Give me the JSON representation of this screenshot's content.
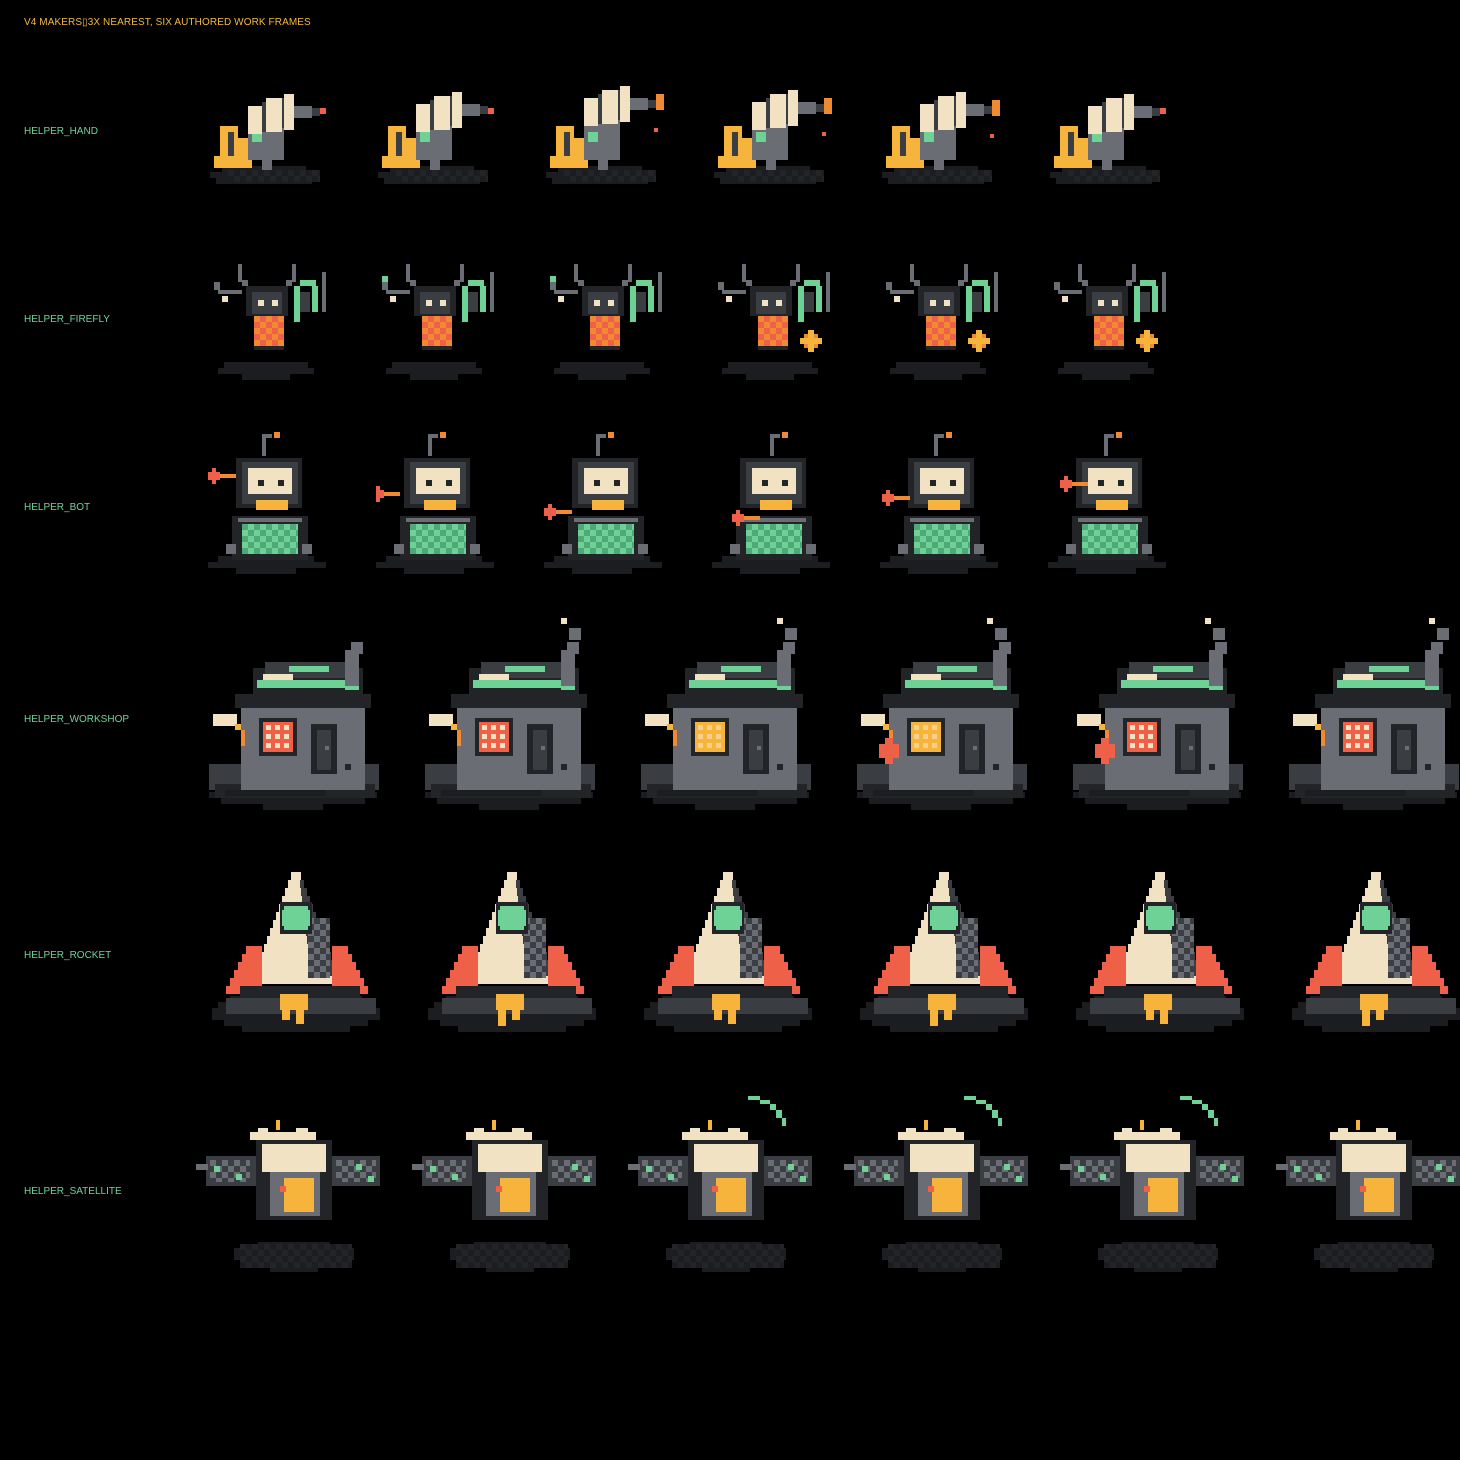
{
  "sheet": {
    "title": "V4 MAKERS▯3X NEAREST, SIX AUTHORED WORK FRAMES",
    "title_color": "#f4b942",
    "label_color": "#6fd39a",
    "background": "#000000"
  },
  "palette": {
    "yellow": "#f6b43c",
    "cream": "#f1e2c4",
    "gray": "#6a6e74",
    "dark": "#3a3d42",
    "darker": "#222427",
    "green": "#6ed196",
    "orange": "#f08a32",
    "red": "#ee6148",
    "shadow": "#1c1d20"
  },
  "rows": [
    {
      "id": "hand",
      "label": "HELPER_HAND",
      "frames": 6
    },
    {
      "id": "firefly",
      "label": "HELPER_FIREFLY",
      "frames": 6
    },
    {
      "id": "bot",
      "label": "HELPER_BOT",
      "frames": 6
    },
    {
      "id": "workshop",
      "label": "HELPER_WORKSHOP",
      "frames": 6
    },
    {
      "id": "rocket",
      "label": "HELPER_ROCKET",
      "frames": 6
    },
    {
      "id": "satellite",
      "label": "HELPER_SATELLITE",
      "frames": 6
    }
  ]
}
